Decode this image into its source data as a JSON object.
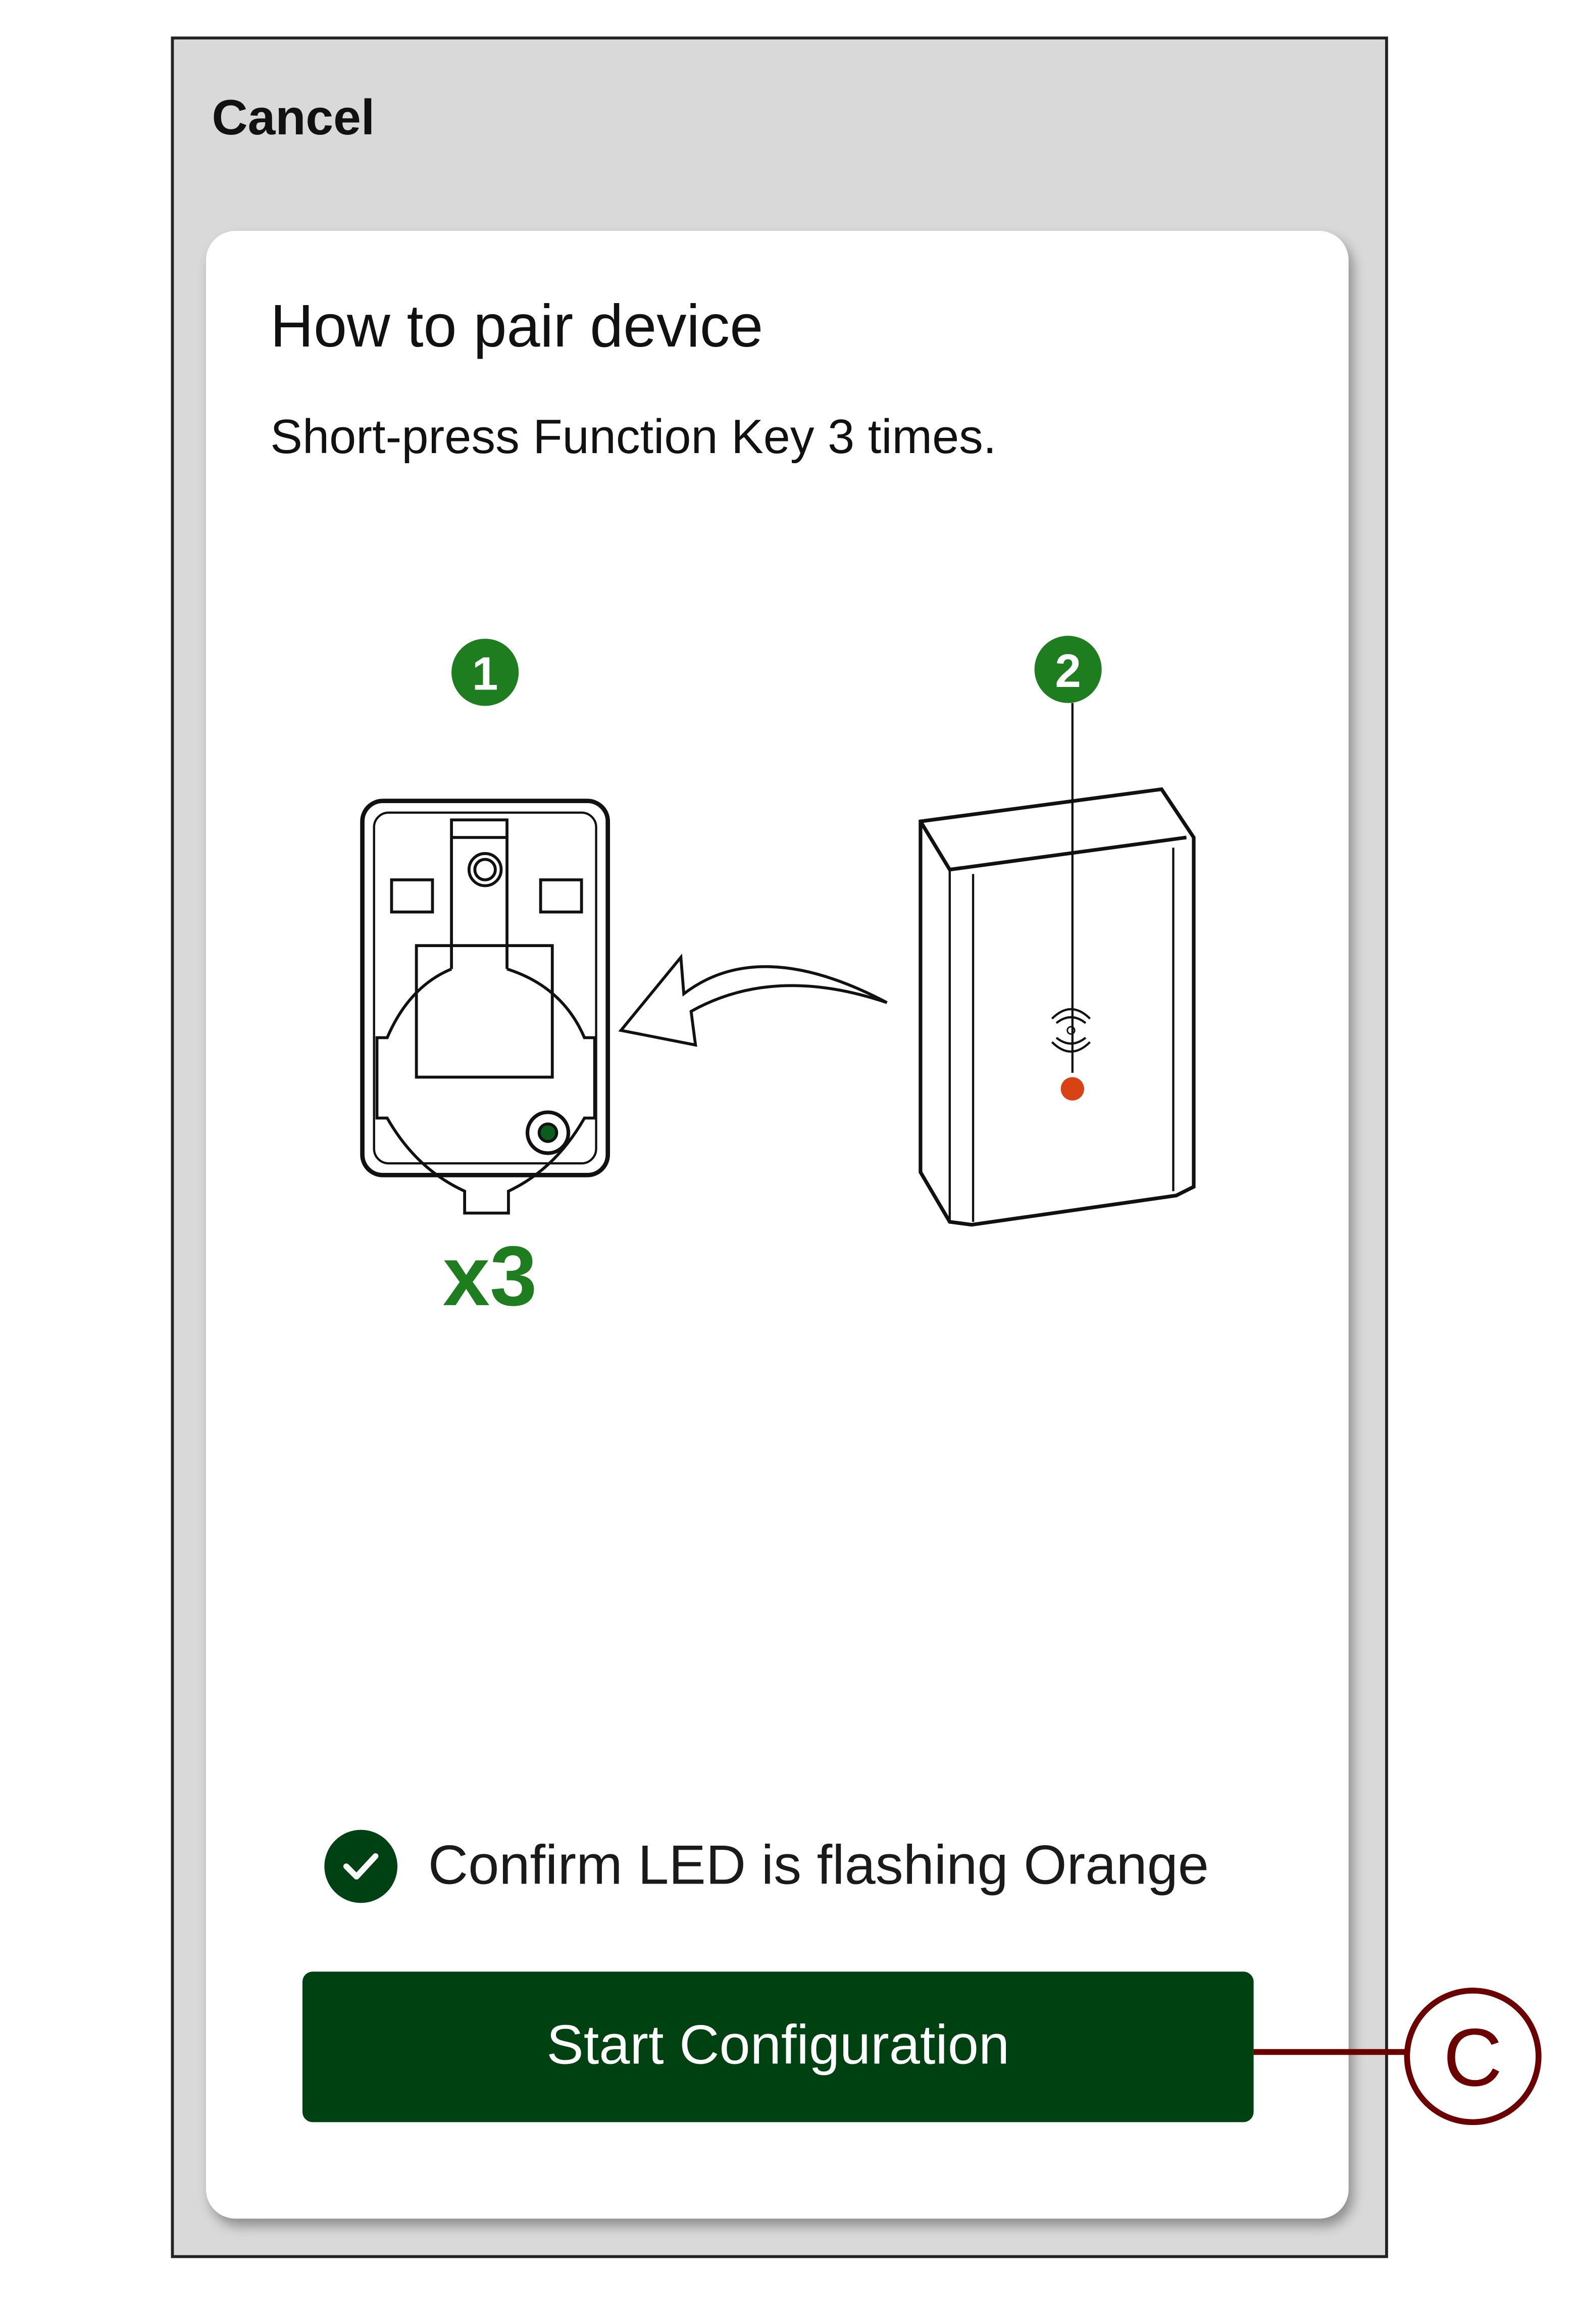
{
  "header": {
    "cancel_label": "Cancel"
  },
  "card": {
    "title": "How to pair device",
    "subtitle": "Short-press Function Key 3 times.",
    "step1_badge": "1",
    "step2_badge": "2",
    "press_count": "x3",
    "confirm_text": "Confirm LED is flashing Orange",
    "start_button_label": "Start Configuration"
  },
  "callout": {
    "label": "C"
  },
  "colors": {
    "brand_green": "#004112",
    "badge_green": "#1e7d1e",
    "led_orange": "#d84315",
    "callout": "#6b0000"
  }
}
